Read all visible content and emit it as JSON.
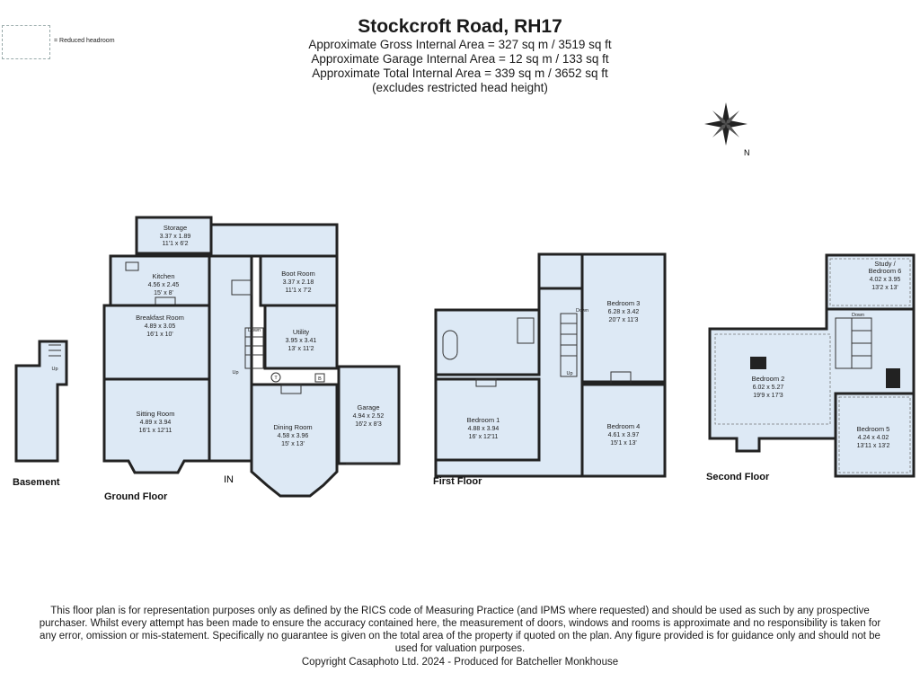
{
  "header": {
    "title": "Stockcroft Road, RH17",
    "gross": "Approximate Gross Internal Area = 327 sq m / 3519 sq ft",
    "garage": "Approximate Garage Internal Area = 12 sq m / 133 sq ft",
    "total": "Approximate Total Internal Area = 339 sq m / 3652 sq ft",
    "note": "(excludes restricted head height)"
  },
  "legend": {
    "text": "= Reduced headroom"
  },
  "compass": {
    "label": "N"
  },
  "floors": {
    "basement": "Basement",
    "ground": "Ground Floor",
    "first": "First Floor",
    "second": "Second Floor"
  },
  "markers": {
    "entrance": "IN",
    "up": "Up",
    "down": "Down",
    "toilet": "T",
    "boiler": "B"
  },
  "rooms": {
    "storage": {
      "name": "Storage",
      "metric": "3.37 x 1.89",
      "imperial": "11'1 x 6'2"
    },
    "kitchen": {
      "name": "Kitchen",
      "metric": "4.56 x 2.45",
      "imperial": "15' x 8'"
    },
    "boot_room": {
      "name": "Boot Room",
      "metric": "3.37 x 2.18",
      "imperial": "11'1 x 7'2"
    },
    "breakfast_room": {
      "name": "Breakfast Room",
      "metric": "4.89 x 3.05",
      "imperial": "16'1 x 10'"
    },
    "utility": {
      "name": "Utility",
      "metric": "3.95 x 3.41",
      "imperial": "13' x 11'2"
    },
    "sitting_room": {
      "name": "Sitting Room",
      "metric": "4.89 x 3.94",
      "imperial": "16'1 x 12'11"
    },
    "dining_room": {
      "name": "Dining Room",
      "metric": "4.58 x 3.96",
      "imperial": "15' x 13'"
    },
    "garage": {
      "name": "Garage",
      "metric": "4.94 x 2.52",
      "imperial": "16'2 x 8'3"
    },
    "bedroom1": {
      "name": "Bedroom 1",
      "metric": "4.88 x 3.94",
      "imperial": "16' x 12'11"
    },
    "bedroom3": {
      "name": "Bedroom 3",
      "metric": "6.28 x 3.42",
      "imperial": "20'7 x 11'3"
    },
    "bedroom4": {
      "name": "Bedroom 4",
      "metric": "4.61 x 3.97",
      "imperial": "15'1 x 13'"
    },
    "study": {
      "name": "Study /",
      "name2": "Bedroom 6",
      "metric": "4.02 x 3.95",
      "imperial": "13'2 x 13'"
    },
    "bedroom2": {
      "name": "Bedroom 2",
      "metric": "6.02 x 5.27",
      "imperial": "19'9 x 17'3"
    },
    "bedroom5": {
      "name": "Bedroom 5",
      "metric": "4.24 x 4.02",
      "imperial": "13'11 x 13'2"
    }
  },
  "footer": {
    "disclaimer": "This floor plan is for representation purposes only as defined by the RICS code of Measuring Practice (and IPMS where requested) and should be used as such by any prospective purchaser. Whilst every attempt has been made to ensure the accuracy contained here, the measurement of doors, windows and rooms is approximate and no responsibility is taken for any error, omission or mis-statement. Specifically no guarantee is given on the total area of the property if quoted on the plan. Any figure provided is for guidance only and should not be used for valuation purposes.",
    "copyright": "Copyright Casaphoto Ltd. 2024 - Produced for Batcheller Monkhouse"
  }
}
